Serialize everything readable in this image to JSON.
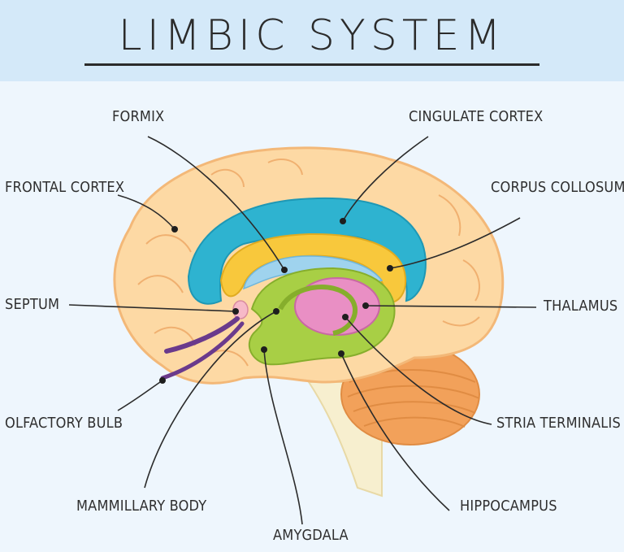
{
  "title": "LIMBIC SYSTEM",
  "labels": {
    "fornix": "FORMIX",
    "cingulate_cortex": "CINGULATE CORTEX",
    "frontal_cortex": "FRONTAL CORTEX",
    "corpus_callosum": "CORPUS COLLOSUM",
    "septum": "SEPTUM",
    "thalamus": "THALAMUS",
    "olfactory_bulb": "OLFACTORY BULB",
    "stria_terminalis": "STRIA TERMINALIS",
    "mammillary_body": "MAMMILLARY BODY",
    "hippocampus": "HIPPOCAMPUS",
    "amygdala": "AMYGDALA"
  },
  "colors": {
    "background": "#eef6fd",
    "title_band": "#d4e9f9",
    "brain": "#fdd9a4",
    "brain_outline": "#f3b878",
    "cingulate": "#2eb3d0",
    "corpus_callosum": "#f8c83c",
    "thalamus": "#e98fc4",
    "limbic_green": "#a8cf45",
    "cerebellum": "#f2a15a",
    "olfactory": "#6a3a8c",
    "septum": "#f7b9c8",
    "leader_line": "#2b2b2b"
  }
}
